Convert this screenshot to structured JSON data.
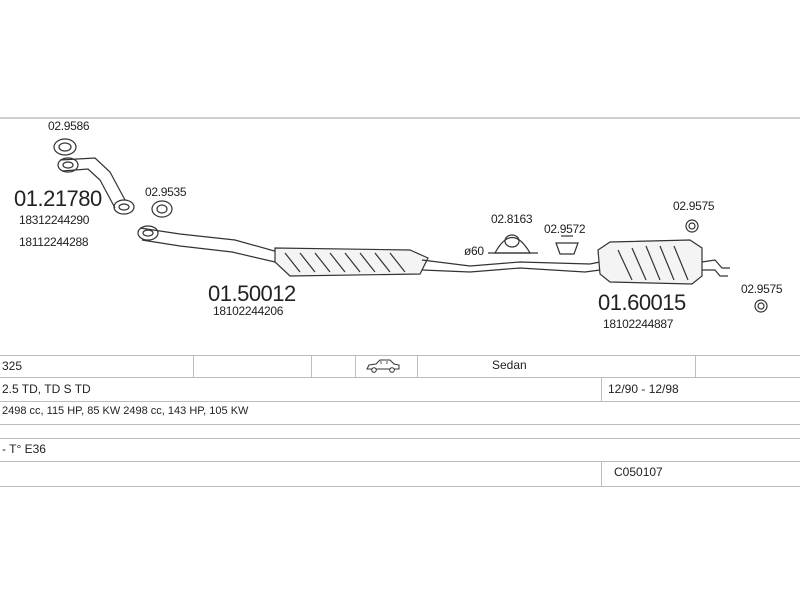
{
  "parts": {
    "front_pipe": {
      "code": "01.21780",
      "oe": [
        "18312244290",
        "18112244288"
      ]
    },
    "gasket_front": {
      "code": "02.9586"
    },
    "gasket_mid": {
      "code": "02.9535"
    },
    "middle_silencer": {
      "code": "01.50012",
      "oe": [
        "18102244206"
      ]
    },
    "bracket_1": {
      "code": "02.8163"
    },
    "bracket_2": {
      "code": "02.9572"
    },
    "rear_silencer": {
      "code": "01.60015",
      "oe": [
        "18102244887"
      ]
    },
    "ring_top": {
      "code": "02.9575"
    },
    "ring_right": {
      "code": "02.9575"
    },
    "pipe_diameter": "ø60"
  },
  "table": {
    "model": "325",
    "body_type": "Sedan",
    "engine": "2.5 TD, TD S TD",
    "years": "12/90 - 12/98",
    "specs": "2498 cc, 115 HP, 85 KW 2498 cc, 143 HP, 105 KW",
    "chassis": "- T° E36",
    "catalog_code": "C050107"
  },
  "icons": {
    "car": "sedan-car-icon"
  },
  "colors": {
    "line": "#333333",
    "rule": "#bdbdbd"
  }
}
